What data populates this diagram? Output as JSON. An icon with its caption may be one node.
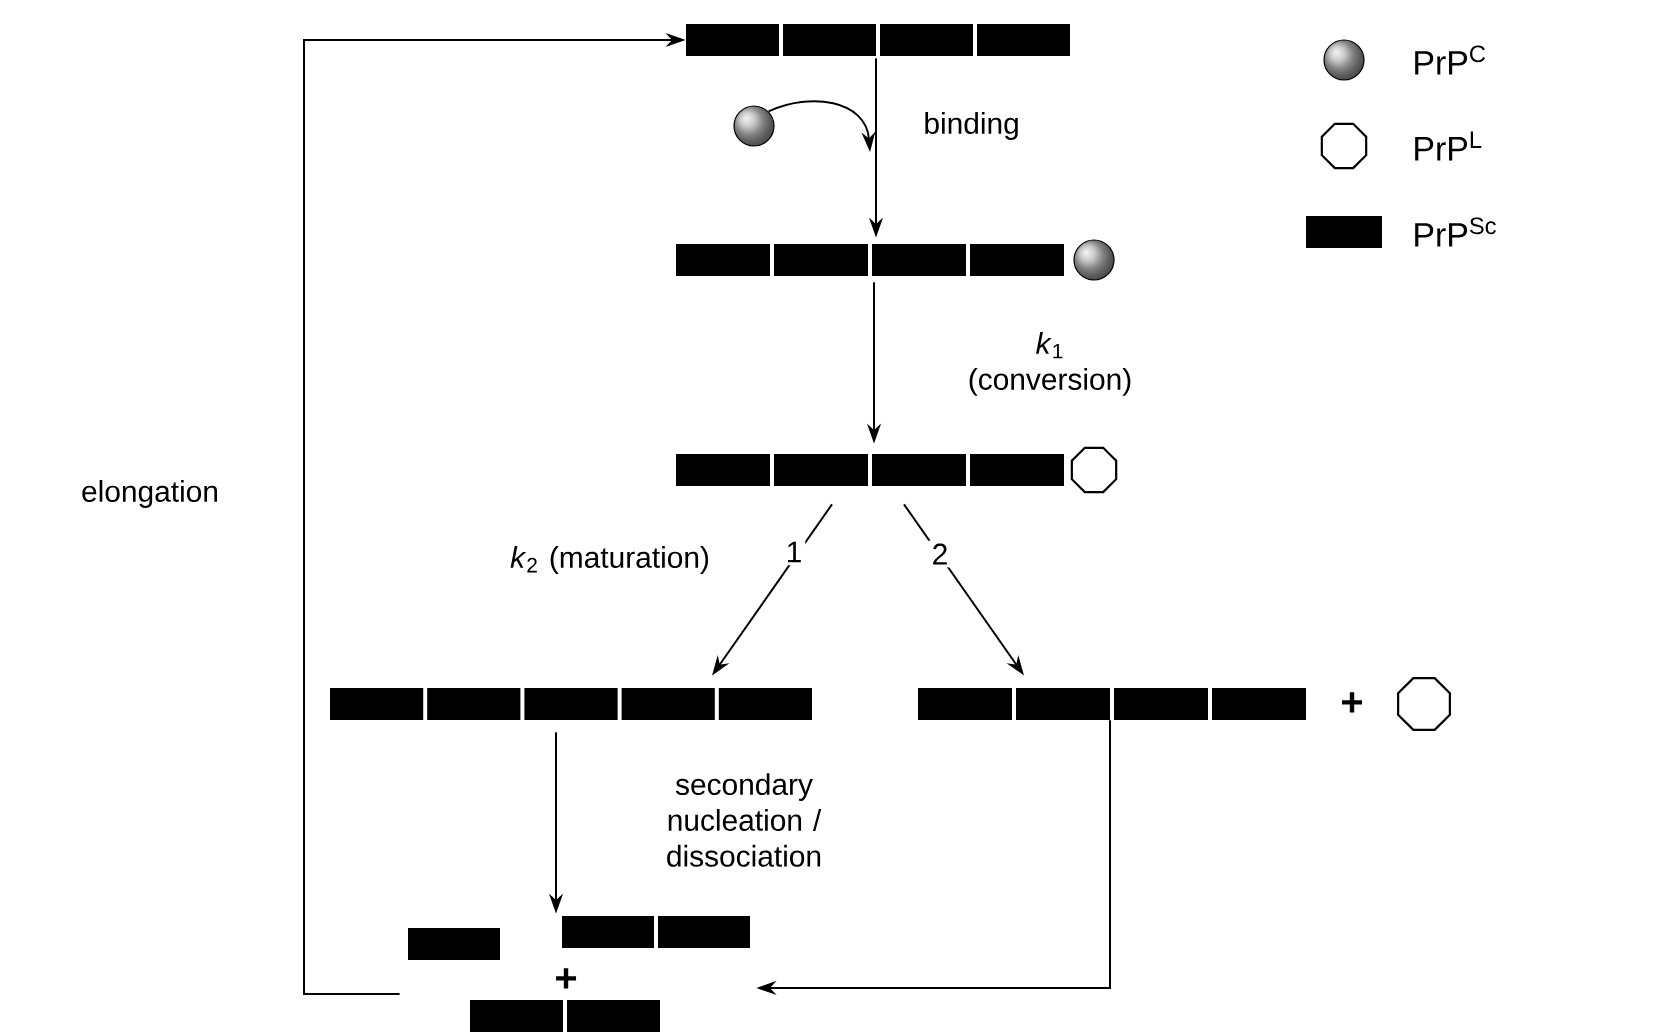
{
  "diagram": {
    "nodes": [
      {
        "text": [],
        "shape": "bar"
      },
      {
        "text": [],
        "shape": "bar"
      },
      {
        "text": [],
        "shape": "bar"
      },
      {
        "text": [],
        "shape": "bar"
      },
      {
        "text": [],
        "shape": "bar"
      },
      {
        "text": [],
        "shape": "octagon"
      },
      {
        "text": [],
        "shape": "bar"
      },
      {
        "text": [],
        "shape": "circle"
      }
    ],
    "edges": [
      {
        "from": 0,
        "to": 1,
        "arrow": "to",
        "label": "binding"
      },
      {
        "from": 7,
        "to": null,
        "arrow": "to"
      },
      {
        "from": 1,
        "to": 2,
        "arrow": "to",
        "label": "*k*$_{1}$ (conversion)"
      },
      {
        "from": 2,
        "to": 3,
        "arrow": "to",
        "label": "1"
      },
      {
        "from": 2,
        "to": 4,
        "arrow": "to",
        "label": "2"
      },
      {
        "from": 3,
        "to": 6,
        "arrow": "to",
        "label": "secondary nucleation / dissociation"
      },
      {
        "from": 4,
        "to": 6,
        "arrow": "to"
      },
      {
        "from": 6,
        "to": 0,
        "arrow": "to",
        "label": "elongation"
      }
    ],
    "labels": [
      "*k*$_{2}$ (maturation)",
      "+",
      "+"
    ],
    "legend": [
      {
        "text": "PrP$^{C}$"
      },
      {
        "text": "PrP$^{L}$"
      },
      {
        "text": "PrP$^{Sc}$"
      }
    ]
  }
}
